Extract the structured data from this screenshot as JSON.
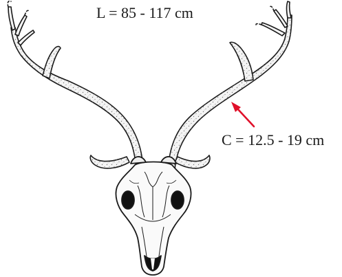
{
  "labels": {
    "length": "L = 85 - 117 cm",
    "circumference": "C = 12.5 - 19 cm"
  },
  "colors": {
    "ink": "#1a1a1a",
    "antler_fill": "#f4f4f4",
    "speckle": "#7a7a7a",
    "arrow": "#e0102a",
    "background": "#ffffff"
  },
  "figure": {
    "subject": "deer-skull-with-antlers"
  }
}
